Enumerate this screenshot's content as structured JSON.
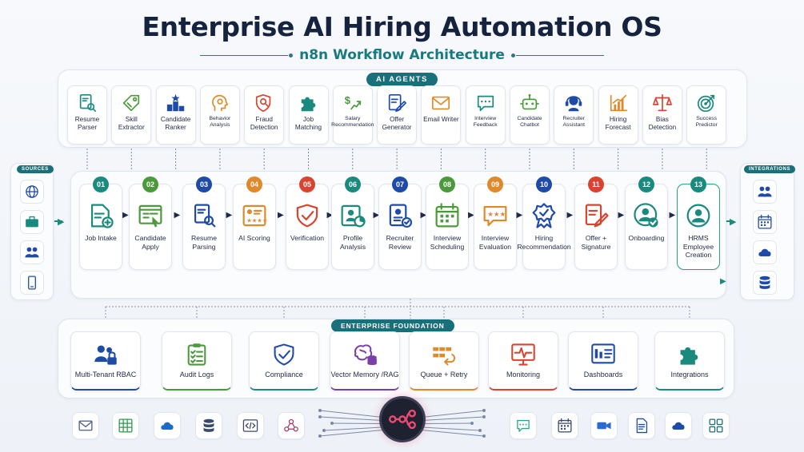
{
  "title": "Enterprise AI Hiring Automation OS",
  "subtitle": "n8n Workflow Architecture",
  "agents": {
    "label": "AI AGENTS",
    "items": [
      {
        "label": "Resume Parser",
        "icon": "resume-search-icon",
        "color": "#1a8a7e"
      },
      {
        "label": "Skill Extractor",
        "icon": "tag-icon",
        "color": "#4a9a3c"
      },
      {
        "label": "Candidate Ranker",
        "icon": "podium-star-icon",
        "color": "#1e4aa8"
      },
      {
        "label": "Behavior Analysis",
        "icon": "head-gear-icon",
        "color": "#e0892a"
      },
      {
        "label": "Fraud Detection",
        "icon": "shield-search-icon",
        "color": "#d9432f"
      },
      {
        "label": "Job Matching",
        "icon": "puzzle-icon",
        "color": "#1a8a7e"
      },
      {
        "label": "Salary Recommendation",
        "icon": "dollar-chart-icon",
        "color": "#4a9a3c"
      },
      {
        "label": "Offer Generator",
        "icon": "document-pen-icon",
        "color": "#1e4aa8"
      },
      {
        "label": "Email Writer",
        "icon": "envelope-icon",
        "color": "#e0892a"
      },
      {
        "label": "Interview Feedback",
        "icon": "chat-bubble-icon",
        "color": "#1a8a7e"
      },
      {
        "label": "Candidate Chatbot",
        "icon": "robot-icon",
        "color": "#4a9a3c"
      },
      {
        "label": "Recruiter Assistant",
        "icon": "headset-icon",
        "color": "#1e4aa8"
      },
      {
        "label": "Hiring Forecast",
        "icon": "bar-chart-icon",
        "color": "#e0892a"
      },
      {
        "label": "Bias Detection",
        "icon": "scales-icon",
        "color": "#d9432f"
      },
      {
        "label": "Success Predictor",
        "icon": "target-icon",
        "color": "#1a8a7e"
      }
    ]
  },
  "sources": {
    "label": "SOURCES",
    "items": [
      {
        "icon": "globe-icon",
        "color": "#1e4aa8"
      },
      {
        "icon": "briefcase-icon",
        "color": "#1a8a7e"
      },
      {
        "icon": "people-icon",
        "color": "#1e4aa8"
      },
      {
        "icon": "mobile-icon",
        "color": "#1e4aa8"
      }
    ]
  },
  "integrations": {
    "label": "INTEGRATIONS",
    "items": [
      {
        "icon": "people-icon",
        "color": "#1e4aa8"
      },
      {
        "icon": "calendar-icon",
        "color": "#1e4aa8"
      },
      {
        "icon": "cloud-icon",
        "color": "#1e4aa8"
      },
      {
        "icon": "database-icon",
        "color": "#1e4aa8"
      }
    ]
  },
  "workflow": {
    "steps": [
      {
        "num": "01",
        "label": "Job Intake",
        "icon": "document-plus-icon",
        "color": "#1a8a7e"
      },
      {
        "num": "02",
        "label": "Candidate Apply",
        "icon": "form-click-icon",
        "color": "#4a9a3c"
      },
      {
        "num": "03",
        "label": "Resume Parsing",
        "icon": "resume-search-icon",
        "color": "#1e4aa8"
      },
      {
        "num": "04",
        "label": "AI Scoring",
        "icon": "scorecard-icon",
        "color": "#e0892a"
      },
      {
        "num": "05",
        "label": "Verification",
        "icon": "shield-check-icon",
        "color": "#d9432f"
      },
      {
        "num": "06",
        "label": "Profile Analysis",
        "icon": "profile-chart-icon",
        "color": "#1a8a7e"
      },
      {
        "num": "07",
        "label": "Recruiter Review",
        "icon": "id-card-check-icon",
        "color": "#1e4aa8"
      },
      {
        "num": "08",
        "label": "Interview Scheduling",
        "icon": "calendar-icon",
        "color": "#4a9a3c"
      },
      {
        "num": "09",
        "label": "Interview Evaluation",
        "icon": "rating-bubble-icon",
        "color": "#e0892a"
      },
      {
        "num": "10",
        "label": "Hiring Recommendation",
        "icon": "award-badge-icon",
        "color": "#1e4aa8"
      },
      {
        "num": "11",
        "label": "Offer + Signature",
        "icon": "document-pen-icon",
        "color": "#d9432f"
      },
      {
        "num": "12",
        "label": "Onboarding",
        "icon": "user-check-icon",
        "color": "#1a8a7e"
      },
      {
        "num": "13",
        "label": "HRMS Employee Creation",
        "icon": "user-badge-icon",
        "color": "#1a8a7e"
      }
    ]
  },
  "foundation": {
    "label": "ENTERPRISE FOUNDATION",
    "items": [
      {
        "label": "Multi-Tenant RBAC",
        "icon": "users-lock-icon",
        "color": "#1e4aa8",
        "accent": "#1e4aa8"
      },
      {
        "label": "Audit Logs",
        "icon": "checklist-icon",
        "color": "#4a9a3c",
        "accent": "#4a9a3c"
      },
      {
        "label": "Compliance",
        "icon": "shield-check-icon",
        "color": "#1e4aa8",
        "accent": "#1a8a7e"
      },
      {
        "label": "Vector Memory /RAG",
        "icon": "brain-database-icon",
        "color": "#7a3fa8",
        "accent": "#7a3fa8"
      },
      {
        "label": "Queue + Retry",
        "icon": "queue-retry-icon",
        "color": "#e0892a",
        "accent": "#e0892a"
      },
      {
        "label": "Monitoring",
        "icon": "monitor-pulse-icon",
        "color": "#d9432f",
        "accent": "#d9432f"
      },
      {
        "label": "Dashboards",
        "icon": "dashboard-icon",
        "color": "#1e4aa8",
        "accent": "#1e4aa8"
      },
      {
        "label": "Integrations",
        "icon": "puzzle-icon",
        "color": "#1a8a7e",
        "accent": "#1a8a7e"
      }
    ]
  },
  "tools": {
    "left": [
      {
        "icon": "envelope-icon",
        "color": "#4a5a8a"
      },
      {
        "icon": "spreadsheet-icon",
        "color": "#2a9a4a"
      },
      {
        "icon": "cloud-icon",
        "color": "#1e6ac8"
      },
      {
        "icon": "database-icon",
        "color": "#3a4a6a"
      },
      {
        "icon": "code-icon",
        "color": "#3a4a6a"
      },
      {
        "icon": "webhook-icon",
        "color": "#a83a6a"
      }
    ],
    "center": {
      "icon": "n8n-logo-icon",
      "color": "#ea4b71"
    },
    "right": [
      {
        "icon": "chat-bubble-icon",
        "color": "#2aa38a"
      },
      {
        "icon": "calendar-icon",
        "color": "#3a4a6a"
      },
      {
        "icon": "video-icon",
        "color": "#2a6ad8"
      },
      {
        "icon": "document-icon",
        "color": "#1e4aa8"
      },
      {
        "icon": "cloud-icon",
        "color": "#1e4aa8"
      },
      {
        "icon": "grid-icon",
        "color": "#1e6a7a"
      }
    ]
  }
}
